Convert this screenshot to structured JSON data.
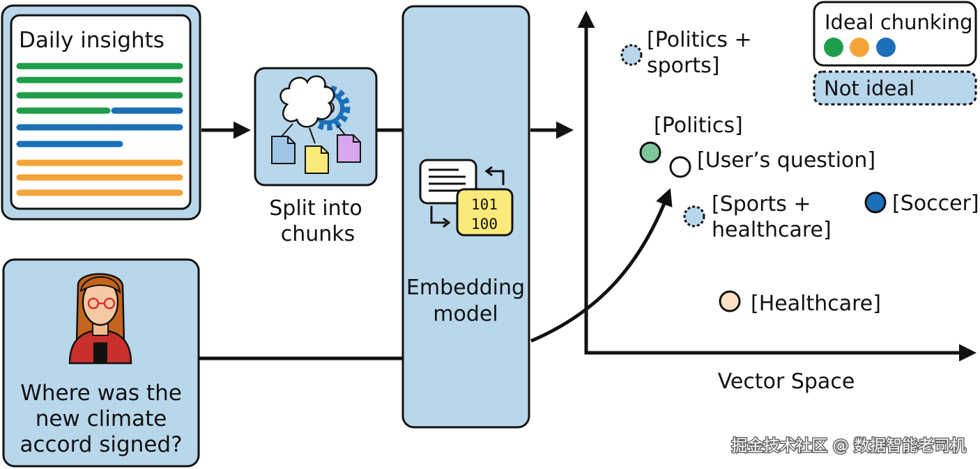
{
  "document": {
    "title": "Daily insights"
  },
  "split": {
    "label_line1": "Split into",
    "label_line2": "chunks"
  },
  "embedding": {
    "label_line1": "Embedding",
    "label_line2": "model",
    "binary_line1": "101",
    "binary_line2": "100"
  },
  "user": {
    "question_line1": "Where was the",
    "question_line2": "new climate",
    "question_line3": "accord signed?"
  },
  "vector_space": {
    "axis_label": "Vector Space",
    "points": [
      {
        "line1": "[Politics +",
        "line2": "sports]",
        "color": "#b9d7eb",
        "style": "not-ideal"
      },
      {
        "line1": "[Politics]",
        "color": "#7fc69b",
        "style": "ideal"
      },
      {
        "line1": "[User’s question]",
        "color": "#ffffff",
        "style": "query"
      },
      {
        "line1": "[Sports +",
        "line2": "healthcare]",
        "color": "#b9d7eb",
        "style": "not-ideal"
      },
      {
        "line1": "[Soccer]",
        "color": "#1c6fb8",
        "style": "ideal"
      },
      {
        "line1": "[Healthcare]",
        "color": "#fbe0c2",
        "style": "ideal"
      }
    ]
  },
  "legend": {
    "ideal_label": "Ideal chunking",
    "ideal_colors": [
      "#1e9e4a",
      "#f5a43a",
      "#1c6fb8"
    ],
    "not_ideal_label": "Not ideal"
  },
  "colors": {
    "panel": "#b9d7eb",
    "green_line": "#1e9e4a",
    "blue_line": "#1c6fb8",
    "orange_line": "#f5a43a",
    "binary_box": "#fbe97a"
  },
  "watermark": "掘金技术社区 @ 数据智能老司机"
}
